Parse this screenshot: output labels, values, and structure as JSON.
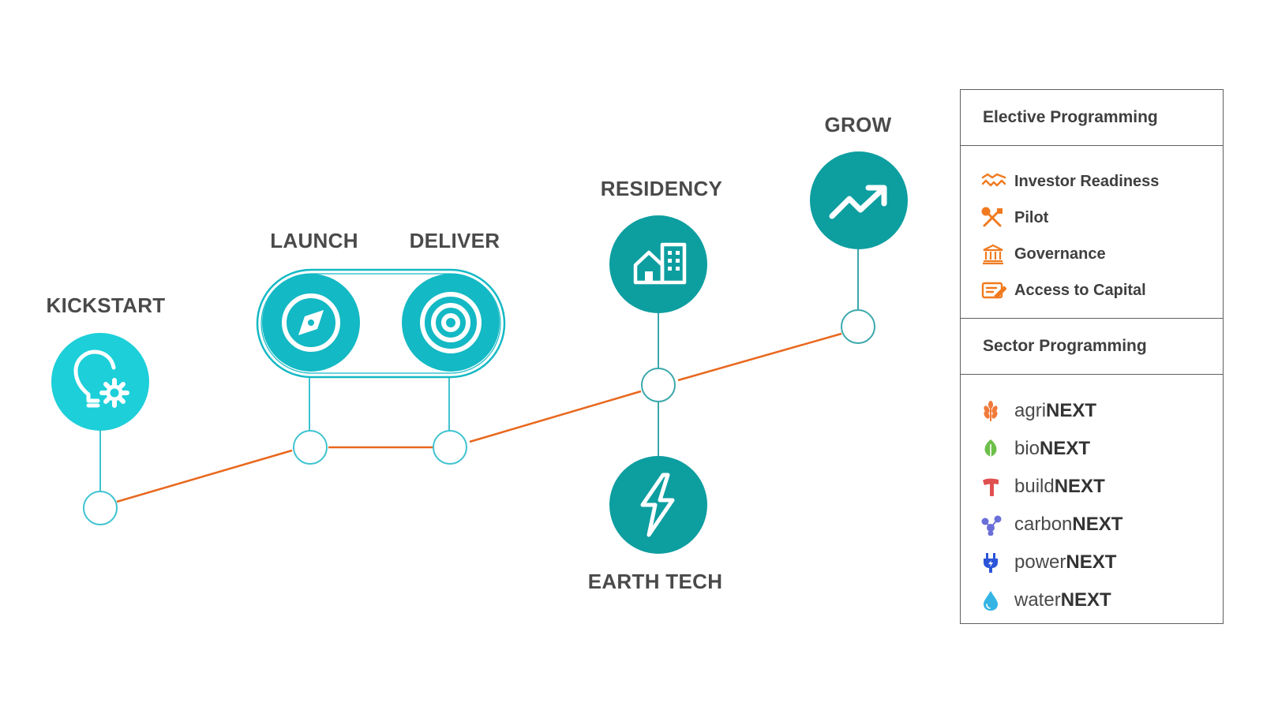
{
  "stages": {
    "kickstart": "KICKSTART",
    "launch": "LAUNCH",
    "deliver": "DELIVER",
    "residency": "RESIDENCY",
    "grow": "GROW",
    "earth_tech": "EARTH TECH"
  },
  "icons": {
    "kickstart": "lightbulb-gear-icon",
    "launch": "compass-icon",
    "deliver": "target-icon",
    "residency": "buildings-icon",
    "grow": "trend-up-icon",
    "earth_tech": "lightning-icon"
  },
  "colors": {
    "timeline_line": "#e8681e",
    "connector": "#3fc3cf",
    "kickstart_fill": "#1ccfd9",
    "launch_fill": "#13b9c4",
    "teal_fill": "#0d9ea0",
    "elective_icon": "#f07a1f"
  },
  "legend": {
    "elective_title": "Elective Programming",
    "elective_items": [
      {
        "label": "Investor Readiness",
        "icon": "handshake-icon"
      },
      {
        "label": "Pilot",
        "icon": "tools-icon"
      },
      {
        "label": "Governance",
        "icon": "bank-icon"
      },
      {
        "label": "Access to Capital",
        "icon": "document-pen-icon"
      }
    ],
    "sector_title": "Sector Programming",
    "sector_items": [
      {
        "prefix": "agri",
        "suffix": "NEXT",
        "icon": "wheat-icon",
        "color": "#f07a3a"
      },
      {
        "prefix": "bio",
        "suffix": "NEXT",
        "icon": "leaf-icon",
        "color": "#6cc04a"
      },
      {
        "prefix": "build",
        "suffix": "NEXT",
        "icon": "hammer-icon",
        "color": "#e0504f"
      },
      {
        "prefix": "carbon",
        "suffix": "NEXT",
        "icon": "molecule-icon",
        "color": "#6a6fd8"
      },
      {
        "prefix": "power",
        "suffix": "NEXT",
        "icon": "plug-icon",
        "color": "#2b54d9"
      },
      {
        "prefix": "water",
        "suffix": "NEXT",
        "icon": "droplet-icon",
        "color": "#34b4e3"
      }
    ]
  }
}
